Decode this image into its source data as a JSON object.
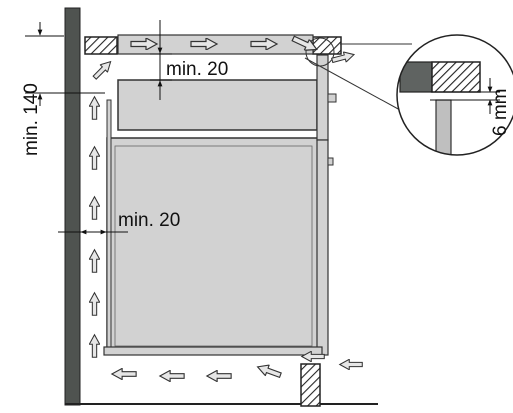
{
  "labels": {
    "top_clearance": "min. 20",
    "back_clearance": "min. 20",
    "side_height": "min. 140",
    "gap": "6 mm"
  },
  "colors": {
    "wall": "#4f5350",
    "panel": "#d2d2d2",
    "hatch": "#222222",
    "arrow_fill": "#e6e6e6"
  }
}
